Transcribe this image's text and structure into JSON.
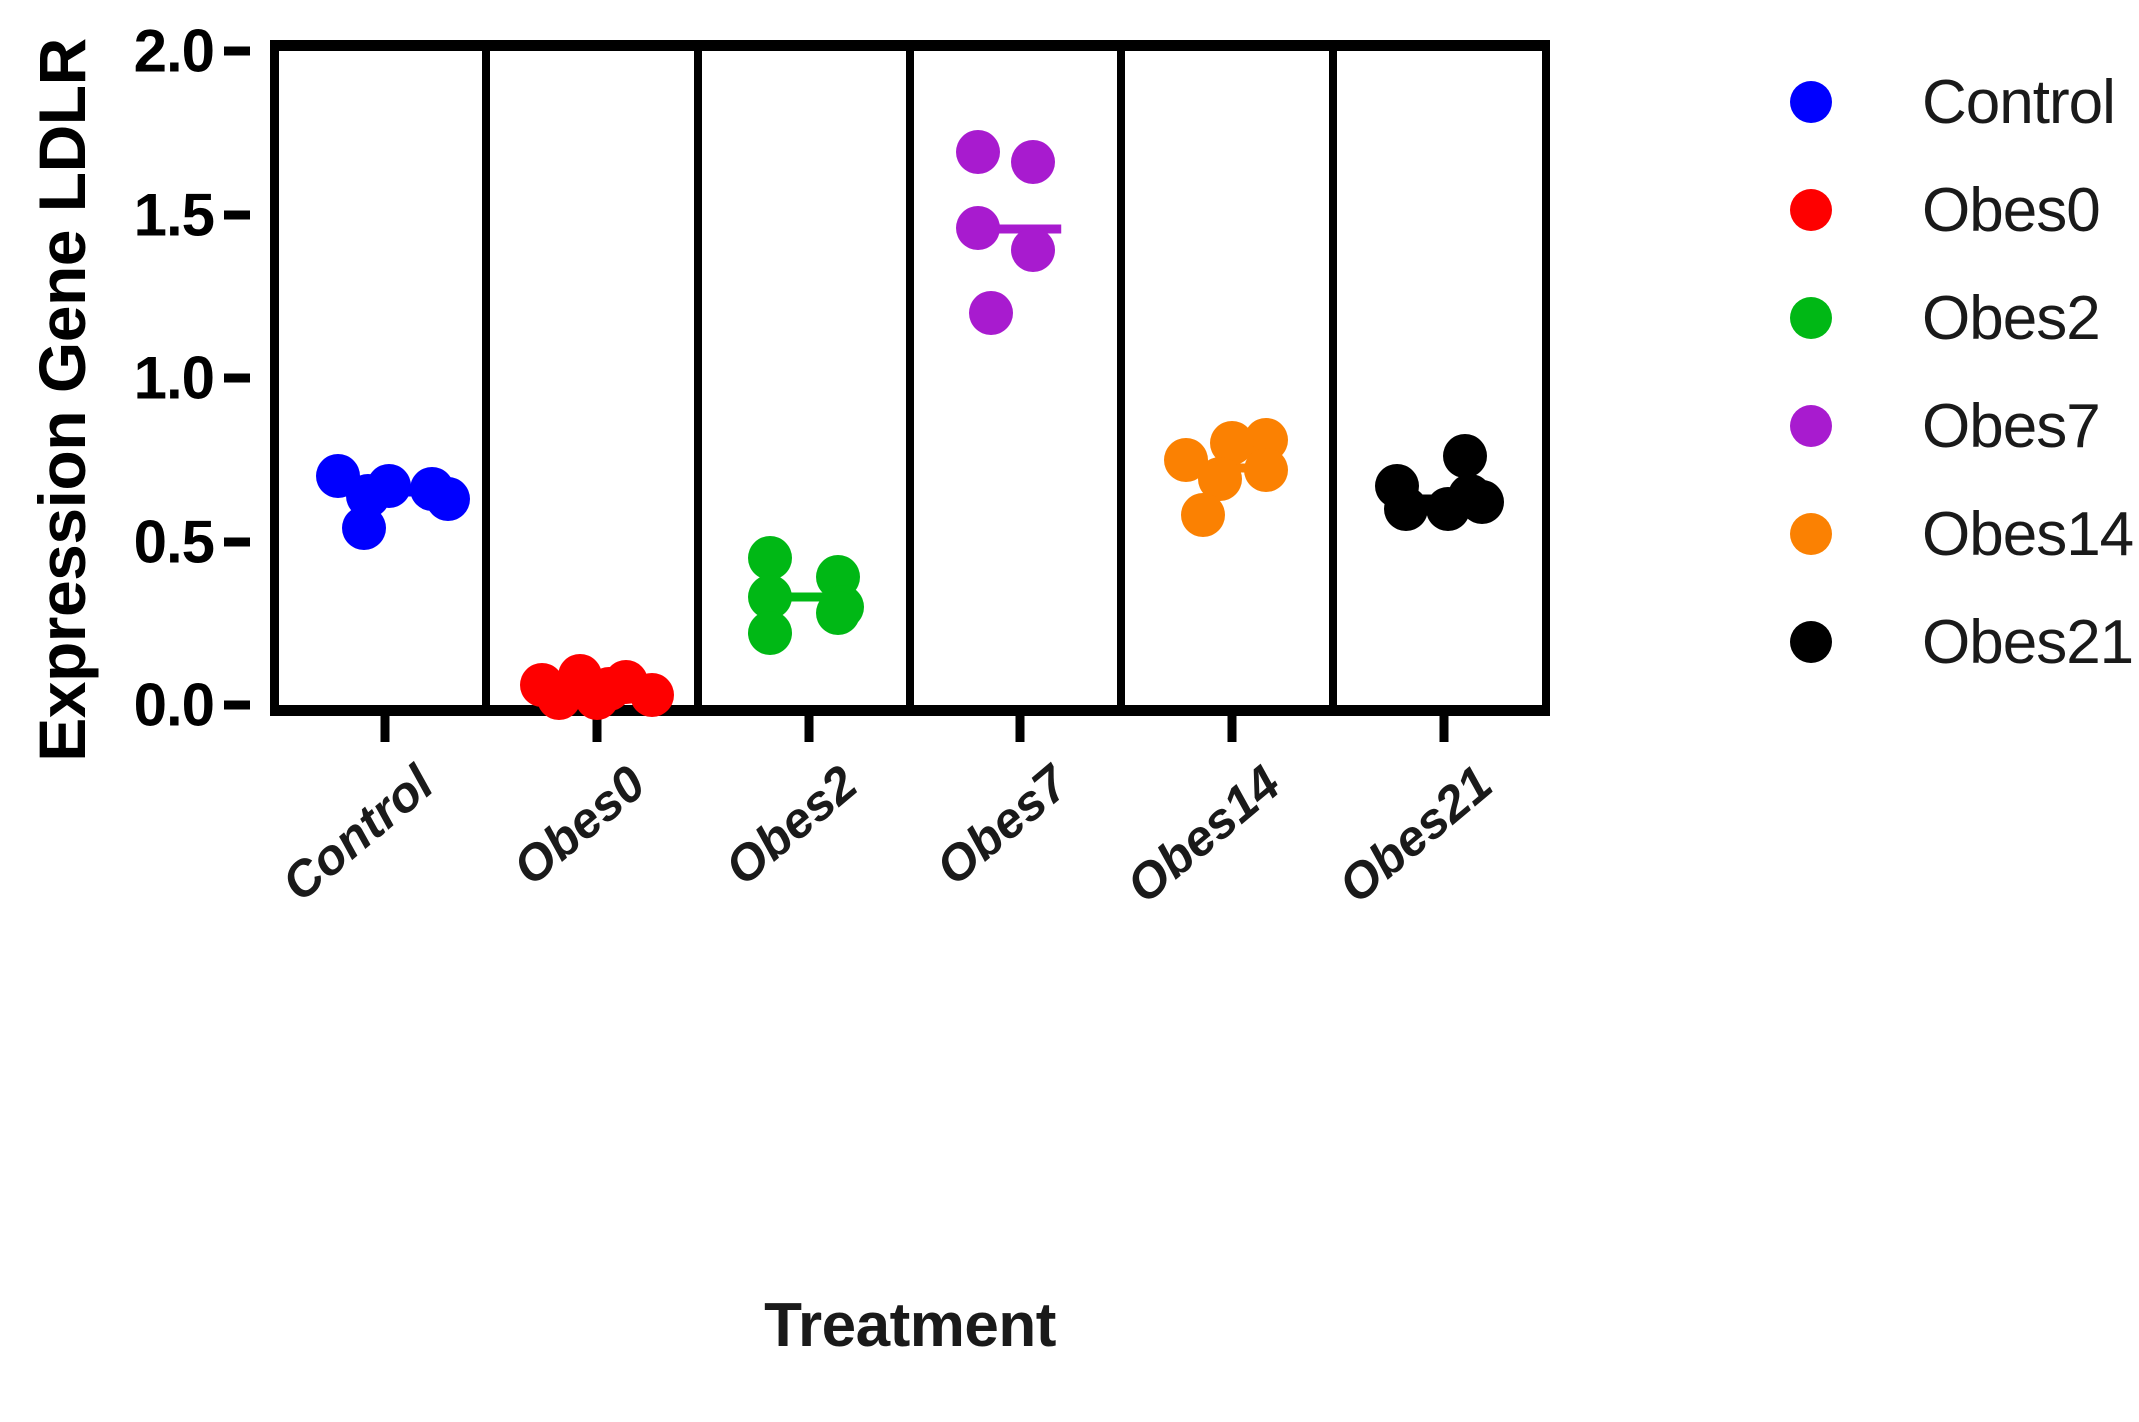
{
  "chart_data": {
    "type": "scatter",
    "title": "",
    "xlabel": "Treatment",
    "ylabel": "Expression Gene LDLR",
    "ylim": [
      0.0,
      2.0
    ],
    "yticks": [
      "0.0",
      "0.5",
      "1.0",
      "1.5",
      "2.0"
    ],
    "ytick_values": [
      0.0,
      0.5,
      1.0,
      1.5,
      2.0
    ],
    "grid": false,
    "legend_position": "right",
    "categories": [
      "Control",
      "Obes0",
      "Obes2",
      "Obes7",
      "Obes14",
      "Obes21"
    ],
    "series": [
      {
        "name": "Control",
        "color": "#0000ff",
        "mean": 0.65,
        "points": [
          {
            "value": 0.7,
            "offset": -0.22
          },
          {
            "value": 0.67,
            "offset": 0.02
          },
          {
            "value": 0.66,
            "offset": 0.22
          },
          {
            "value": 0.63,
            "offset": 0.3
          },
          {
            "value": 0.64,
            "offset": -0.08
          },
          {
            "value": 0.54,
            "offset": -0.1
          }
        ]
      },
      {
        "name": "Obes0",
        "color": "#fe0000",
        "mean": 0.04,
        "points": [
          {
            "value": 0.09,
            "offset": -0.08
          },
          {
            "value": 0.07,
            "offset": 0.14
          },
          {
            "value": 0.06,
            "offset": -0.26
          },
          {
            "value": 0.05,
            "offset": 0.06
          },
          {
            "value": 0.03,
            "offset": 0.26
          },
          {
            "value": 0.02,
            "offset": -0.18
          },
          {
            "value": 0.02,
            "offset": 0.0
          }
        ]
      },
      {
        "name": "Obes2",
        "color": "#00b815",
        "mean": 0.33,
        "points": [
          {
            "value": 0.45,
            "offset": -0.18
          },
          {
            "value": 0.39,
            "offset": 0.14
          },
          {
            "value": 0.33,
            "offset": -0.18
          },
          {
            "value": 0.3,
            "offset": 0.16
          },
          {
            "value": 0.28,
            "offset": 0.14
          },
          {
            "value": 0.22,
            "offset": -0.18
          }
        ]
      },
      {
        "name": "Obes7",
        "color": "#a81bcf",
        "mean": 1.455,
        "points": [
          {
            "value": 1.69,
            "offset": -0.2
          },
          {
            "value": 1.66,
            "offset": 0.06
          },
          {
            "value": 1.46,
            "offset": -0.2
          },
          {
            "value": 1.39,
            "offset": 0.06
          },
          {
            "value": 1.2,
            "offset": -0.14
          }
        ]
      },
      {
        "name": "Obes14",
        "color": "#fb8102",
        "mean": 0.725,
        "points": [
          {
            "value": 0.81,
            "offset": 0.16
          },
          {
            "value": 0.8,
            "offset": 0.0
          },
          {
            "value": 0.75,
            "offset": -0.22
          },
          {
            "value": 0.72,
            "offset": 0.16
          },
          {
            "value": 0.69,
            "offset": -0.06
          },
          {
            "value": 0.58,
            "offset": -0.14
          }
        ]
      },
      {
        "name": "Obes21",
        "color": "#000000",
        "mean": 0.63,
        "points": [
          {
            "value": 0.76,
            "offset": 0.1
          },
          {
            "value": 0.67,
            "offset": -0.22
          },
          {
            "value": 0.64,
            "offset": 0.12
          },
          {
            "value": 0.62,
            "offset": 0.18
          },
          {
            "value": 0.6,
            "offset": -0.18
          },
          {
            "value": 0.6,
            "offset": 0.02
          }
        ]
      }
    ]
  },
  "axes": {
    "y_title": "Expression Gene LDLR",
    "x_title": "Treatment",
    "y_ticklabels": [
      "2.0",
      "1.5",
      "1.0",
      "0.5",
      "0.0"
    ],
    "x_ticklabels": [
      "Control",
      "Obes0",
      "Obes2",
      "Obes7",
      "Obes14",
      "Obes21"
    ]
  },
  "legend": {
    "items": [
      {
        "label": "Control",
        "color": "#0000ff"
      },
      {
        "label": "Obes0",
        "color": "#fe0000"
      },
      {
        "label": "Obes2",
        "color": "#00b815"
      },
      {
        "label": "Obes7",
        "color": "#a81bcf"
      },
      {
        "label": "Obes14",
        "color": "#fb8102"
      },
      {
        "label": "Obes21",
        "color": "#000000"
      }
    ]
  },
  "colors": {
    "axis": "#000000",
    "text": "#1a1a1a",
    "background": "#ffffff"
  }
}
